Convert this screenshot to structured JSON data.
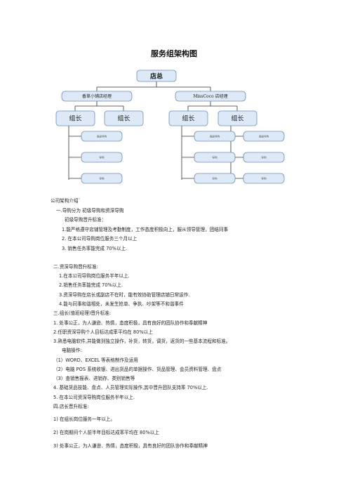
{
  "title": "服务组架构图",
  "org": {
    "root": "店总",
    "managers": [
      "香草小铺店经理",
      "MissCoco 店经理"
    ],
    "leader": "组长",
    "senior_guide": "高级导购",
    "guide": "导购"
  },
  "lines": [
    "公司架构介绍`",
    "一.导购分为  初级导购和资深导购",
    "初级导购晋升标准：",
    "1.能严格遵守店铺管理及考勤制度，工作态度积极向上，服从领导管理，团结同事",
    "2. 在本公司导购岗位服务三个月以上",
    "3. 销售任务率能完成 70%以上.",
    "二.资深导购晋升标准:",
    "1.在本公司导购岗位服务半年以上.",
    "2.销售任务率能完成 70%以上.",
    "3.资深导购在店长或副店不在时，能有效协助管理店铺日常运作.",
    "4.能与同事和谐相处，未发生抢单、争执、吵架等不和谐事件",
    "三.组长(值班经理)晋升标准:",
    "1. 处事公正，为人谦逊、热情，态度积极，具有良好的团队协作和奉献精神",
    "2.任职资深导购个人目标达成率平均在 80%以上",
    "3.熟悉电脑软件,并能做到独立操作，补货，转货，调货，返货的一些基本流程和标准。",
    "电脑操作:",
    "（1）WORD、EXCEL 等表格制作及运用",
    "（2）电脑 POS 系统收银、进出货品的单据操作、货品管理、会员资料管理、盘点",
    "（3）查销售报表、进销存、类别销售等",
    "4.  基础货品技能、盘点、人员管理实际操作,其中晋升团队支持率 70%以上.",
    "5.  在本公司资深导购岗位服务半年以上.",
    "四.店长晋升标准:",
    "1)   在组长岗位服务一年以上。",
    "2)   在岗期间个人前半年目标达成率平均在 80%以上",
    "3)   处事公正，为人谦逊、热情，态度积极，具有良好的团队协作和奉献精神"
  ]
}
